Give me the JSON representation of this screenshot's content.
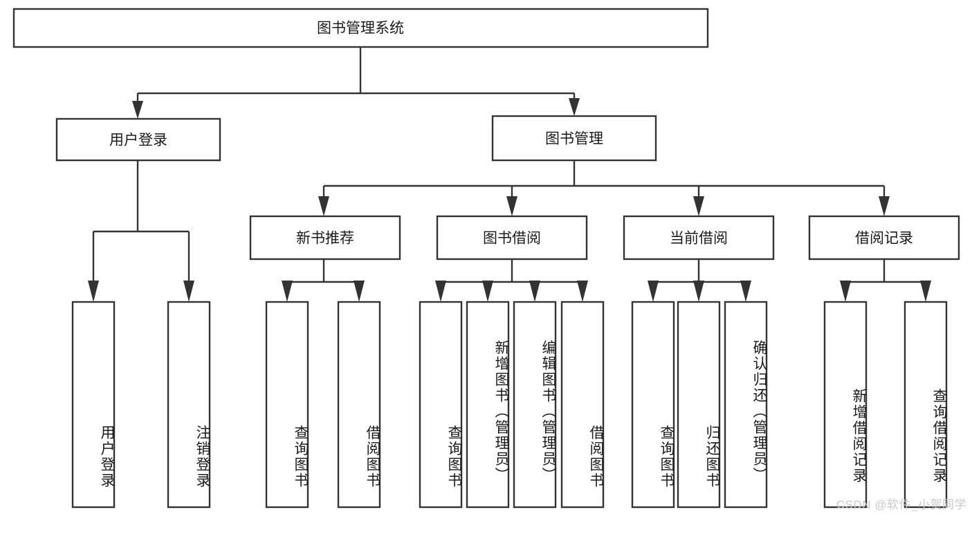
{
  "diagram": {
    "type": "tree-hierarchy-chart",
    "title": "图书管理系统",
    "watermark": "CSDN @软件_小贺同学",
    "colors": {
      "background": "#ffffff",
      "box_fill": "#ffffff",
      "box_stroke": "#333333",
      "text": "#1a1a1a",
      "watermark": "#c9c9c9"
    },
    "levels": {
      "root": "图书管理系统",
      "level2": [
        "用户登录",
        "图书管理"
      ],
      "level3": [
        "新书推荐",
        "图书借阅",
        "当前借阅",
        "借阅记录"
      ]
    },
    "root": {
      "label": "图书管理系统",
      "orientation": "horizontal"
    },
    "nodes_level2": [
      {
        "id": "user-login",
        "label": "用户登录",
        "orientation": "horizontal"
      },
      {
        "id": "book-manage",
        "label": "图书管理",
        "orientation": "horizontal"
      }
    ],
    "nodes_level3": [
      {
        "id": "new-book-recommend",
        "label": "新书推荐",
        "orientation": "horizontal"
      },
      {
        "id": "book-borrow",
        "label": "图书借阅",
        "orientation": "horizontal"
      },
      {
        "id": "current-borrow",
        "label": "当前借阅",
        "orientation": "horizontal"
      },
      {
        "id": "borrow-record",
        "label": "借阅记录",
        "orientation": "horizontal"
      }
    ],
    "leaves": {
      "user_login": [
        {
          "id": "leaf-user-login",
          "label": "用户登录",
          "orientation": "vertical"
        },
        {
          "id": "leaf-logout-login",
          "label": "注销登录",
          "orientation": "vertical"
        }
      ],
      "new_book_recommend": [
        {
          "id": "leaf-query-book-1",
          "label": "查询图书",
          "orientation": "vertical"
        },
        {
          "id": "leaf-borrow-book-1",
          "label": "借阅图书",
          "orientation": "vertical"
        }
      ],
      "book_borrow": [
        {
          "id": "leaf-query-book-2",
          "label": "查询图书",
          "orientation": "vertical"
        },
        {
          "id": "leaf-add-book",
          "label": "新增图书（管理员）",
          "orientation": "vertical"
        },
        {
          "id": "leaf-edit-book",
          "label": "编辑图书（管理员）",
          "orientation": "vertical"
        },
        {
          "id": "leaf-borrow-book-2",
          "label": "借阅图书",
          "orientation": "vertical"
        }
      ],
      "current_borrow": [
        {
          "id": "leaf-query-book-3",
          "label": "查询图书",
          "orientation": "vertical"
        },
        {
          "id": "leaf-return-book",
          "label": "归还图书",
          "orientation": "vertical"
        },
        {
          "id": "leaf-confirm-return",
          "label": "确认归还（管理员）",
          "orientation": "vertical"
        }
      ],
      "borrow_record": [
        {
          "id": "leaf-add-borrow-record",
          "label": "新增借阅记录",
          "orientation": "vertical"
        },
        {
          "id": "leaf-query-borrow-record",
          "label": "查询借阅记录",
          "orientation": "vertical"
        }
      ]
    },
    "edges": [
      {
        "from": "图书管理系统",
        "to": "用户登录"
      },
      {
        "from": "图书管理系统",
        "to": "图书管理"
      },
      {
        "from": "用户登录",
        "to": "用户登录"
      },
      {
        "from": "用户登录",
        "to": "注销登录"
      },
      {
        "from": "图书管理",
        "to": "新书推荐"
      },
      {
        "from": "图书管理",
        "to": "图书借阅"
      },
      {
        "from": "图书管理",
        "to": "当前借阅"
      },
      {
        "from": "图书管理",
        "to": "借阅记录"
      },
      {
        "from": "新书推荐",
        "to": "查询图书"
      },
      {
        "from": "新书推荐",
        "to": "借阅图书"
      },
      {
        "from": "图书借阅",
        "to": "查询图书"
      },
      {
        "from": "图书借阅",
        "to": "新增图书（管理员）"
      },
      {
        "from": "图书借阅",
        "to": "编辑图书（管理员）"
      },
      {
        "from": "图书借阅",
        "to": "借阅图书"
      },
      {
        "from": "当前借阅",
        "to": "查询图书"
      },
      {
        "from": "当前借阅",
        "to": "归还图书"
      },
      {
        "from": "当前借阅",
        "to": "确认归还（管理员）"
      },
      {
        "from": "借阅记录",
        "to": "新增借阅记录"
      },
      {
        "from": "借阅记录",
        "to": "查询借阅记录"
      }
    ]
  }
}
